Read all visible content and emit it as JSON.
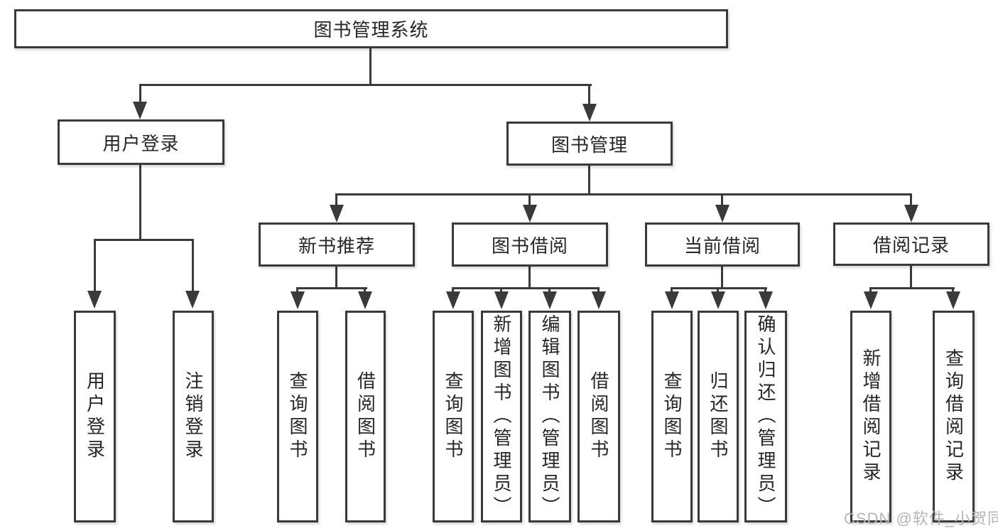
{
  "diagram_title": "图书管理系统",
  "nodes": {
    "root": {
      "label": "图书管理系统"
    },
    "level2": [
      {
        "label": "用户登录"
      },
      {
        "label": "图书管理"
      }
    ],
    "level3": [
      {
        "label": "新书推荐",
        "parent": "图书管理"
      },
      {
        "label": "图书借阅",
        "parent": "图书管理"
      },
      {
        "label": "当前借阅",
        "parent": "图书管理"
      },
      {
        "label": "借阅记录",
        "parent": "图书管理"
      }
    ],
    "leaves": [
      {
        "label": "用户登录",
        "parent": "用户登录"
      },
      {
        "label": "注销登录",
        "parent": "用户登录"
      },
      {
        "label": "查询图书",
        "parent": "新书推荐"
      },
      {
        "label": "借阅图书",
        "parent": "新书推荐"
      },
      {
        "label": "查询图书",
        "parent": "图书借阅"
      },
      {
        "label": "新增图书（管理员）",
        "parent": "图书借阅"
      },
      {
        "label": "编辑图书（管理员）",
        "parent": "图书借阅"
      },
      {
        "label": "借阅图书",
        "parent": "图书借阅"
      },
      {
        "label": "查询图书",
        "parent": "当前借阅"
      },
      {
        "label": "归还图书",
        "parent": "当前借阅"
      },
      {
        "label": "确认归还（管理员）",
        "parent": "当前借阅"
      },
      {
        "label": "新增借阅记录",
        "parent": "借阅记录"
      },
      {
        "label": "查询借阅记录",
        "parent": "借阅记录"
      }
    ]
  },
  "watermark": "CSDN @软件_小贺同学",
  "colors": {
    "line": "#3a3a3a",
    "text": "#262626",
    "watermark_text": "#b5b5b5",
    "background": "#ffffff"
  }
}
